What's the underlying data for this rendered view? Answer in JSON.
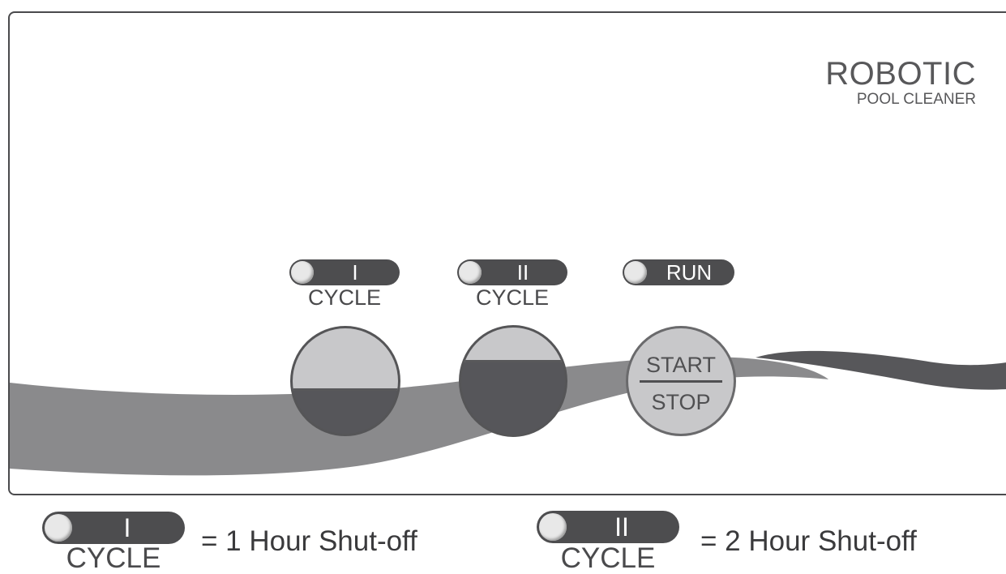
{
  "brand": {
    "title": "ROBOTIC",
    "subtitle": "POOL CLEANER"
  },
  "indicators": {
    "cycle1": {
      "roman": "I",
      "label": "CYCLE"
    },
    "cycle2": {
      "roman": "II",
      "label": "CYCLE"
    },
    "run": {
      "label": "RUN"
    }
  },
  "buttons": {
    "cycle1": {
      "name": "cycle-1-button"
    },
    "cycle2": {
      "name": "cycle-2-button"
    },
    "start_stop": {
      "top_label": "START",
      "bottom_label": "STOP"
    }
  },
  "legend": {
    "items": [
      {
        "roman": "I",
        "label": "CYCLE",
        "meaning": "= 1 Hour Shut-off"
      },
      {
        "roman": "II",
        "label": "CYCLE",
        "meaning": "= 2 Hour Shut-off"
      }
    ]
  },
  "colors": {
    "panel_border": "#4a4a4c",
    "wave_light": "#8a8a8c",
    "wave_dark": "#57575a",
    "indicator_body": "#4d4d4f",
    "button_light": "#c8c8ca",
    "button_dark": "#56565a"
  }
}
